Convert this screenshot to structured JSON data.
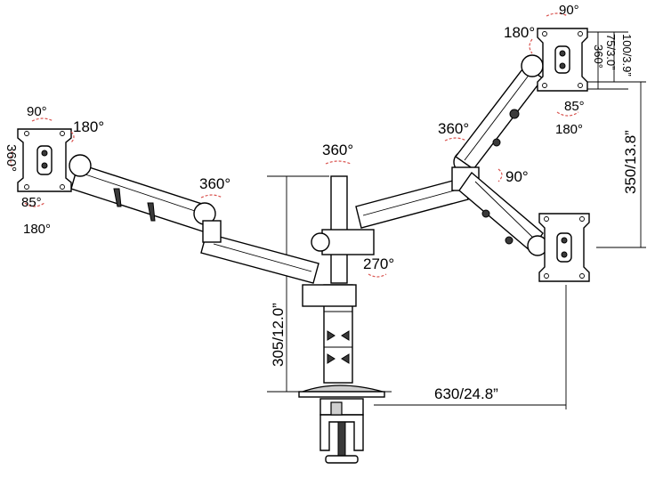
{
  "labels": {
    "left_top_90": "90°",
    "left_180": "180°",
    "left_360_rot": "360°",
    "left_85": "85°",
    "left_bottom_180": "180°",
    "left_arm_360": "360°",
    "pole_top_360": "360°",
    "center_270": "270°",
    "right_arm_360": "360°",
    "right_arm_90": "90°",
    "right_top_90": "90°",
    "right_top_180": "180°",
    "right_85": "85°",
    "right_bottom_180": "180°",
    "vesa_100": "100/3.9”",
    "vesa_75": "75/3.0”",
    "vesa_360": "360°"
  },
  "dimensions": {
    "height_pole": "305/12.0”",
    "width_span": "630/24.8”",
    "height_right": "350/13.8”"
  }
}
